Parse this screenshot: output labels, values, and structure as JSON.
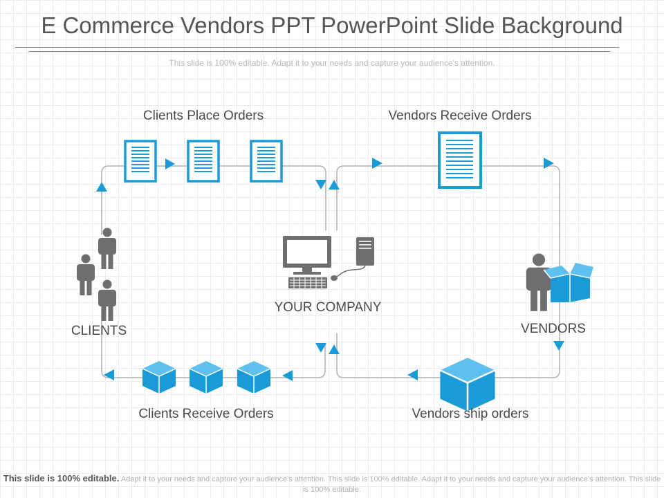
{
  "header": {
    "title": "E Commerce Vendors PPT PowerPoint Slide Background",
    "subtitle": "This slide is 100% editable. Adapt it to your needs and capture your audience's attention."
  },
  "diagram": {
    "labels": {
      "clients_place_orders": "Clients Place Orders",
      "vendors_receive_orders": "Vendors Receive Orders",
      "your_company": "YOUR COMPANY",
      "clients": "CLIENTS",
      "vendors": "VENDORS",
      "clients_receive_orders": "Clients Receive Orders",
      "vendors_ship_orders": "Vendors ship orders"
    },
    "accent_color": "#1a9ad6",
    "icon_color": "#6e6e6e",
    "line_color": "#b4b4b4"
  },
  "footer": {
    "bold": "This slide is 100% editable.",
    "text": "Adapt it to your needs and capture your audience's attention. This slide is 100% editable. Adapt it to your needs and capture your audience's attention. This slide is 100% editable."
  }
}
